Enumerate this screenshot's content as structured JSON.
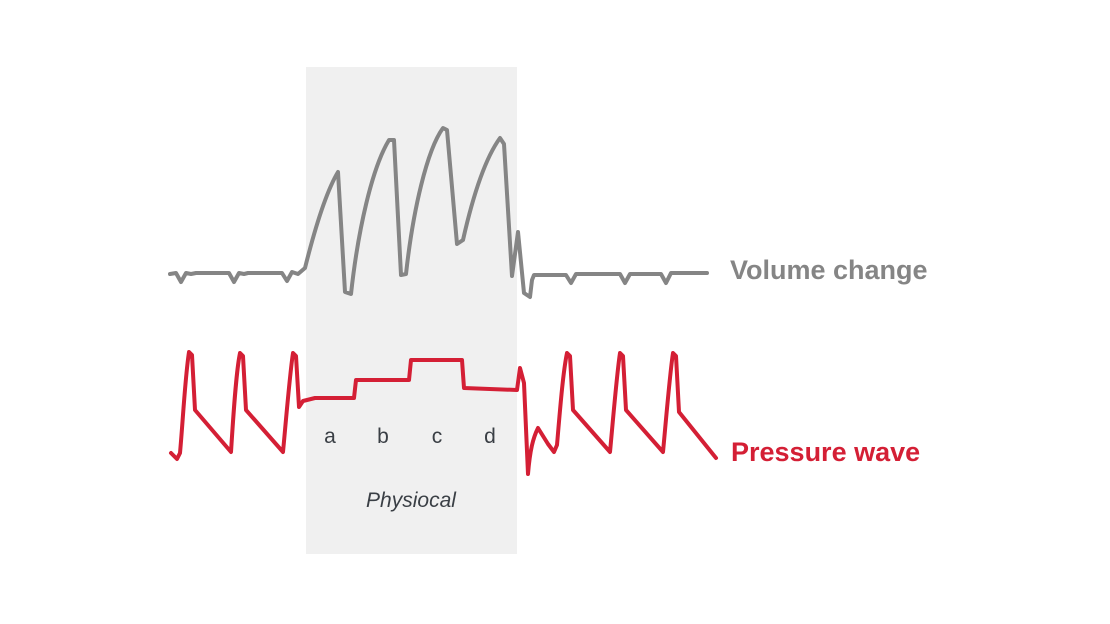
{
  "colors": {
    "volume": "#858585",
    "pressure": "#d41f35",
    "highlight": "#f0f0f0",
    "text_dark": "#3a3f45"
  },
  "series": {
    "volume_label": "Volume change",
    "pressure_label": "Pressure wave"
  },
  "phases": {
    "letters": [
      "a",
      "b",
      "c",
      "d"
    ],
    "caption": "Physiocal"
  }
}
